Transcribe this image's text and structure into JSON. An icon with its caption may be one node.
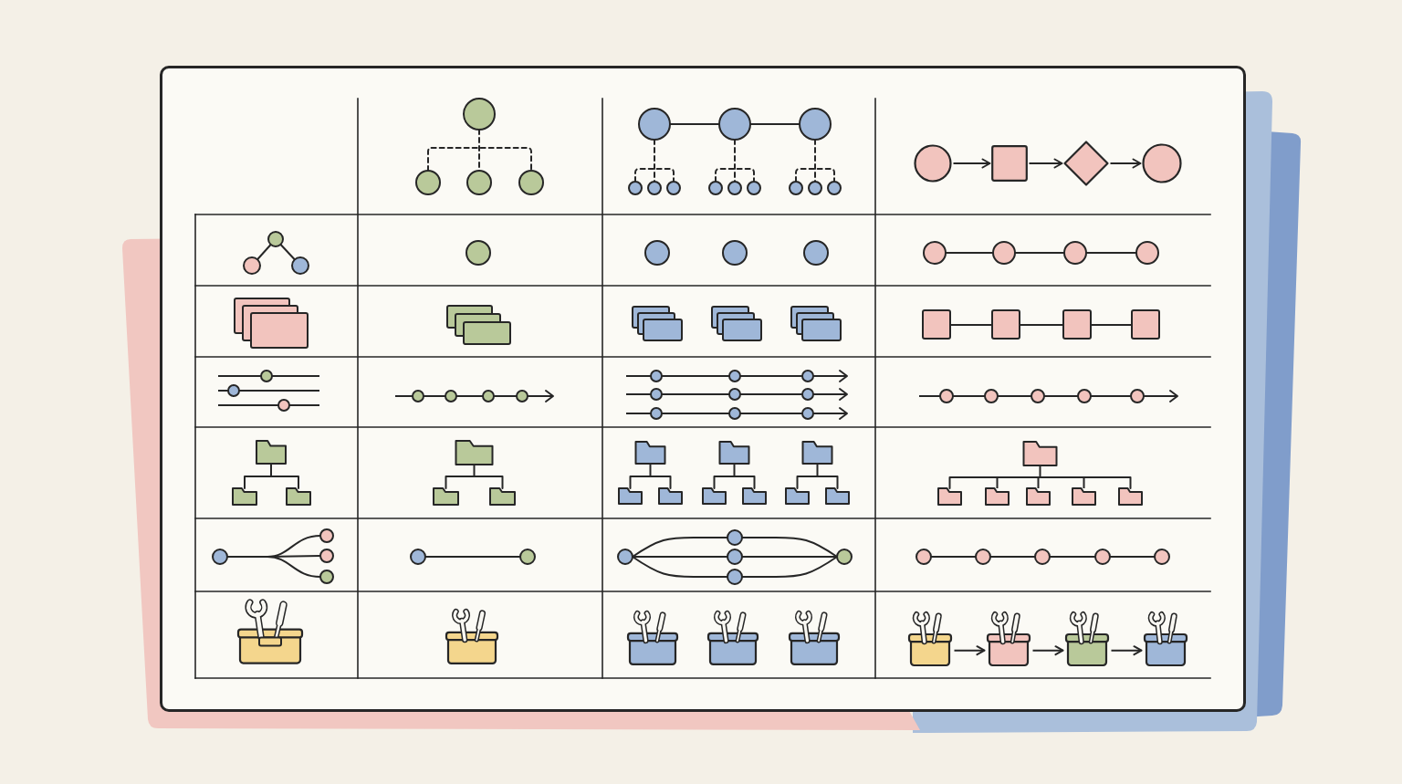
{
  "diagram": {
    "nodes": [
      {
        "text": [],
        "shape": "circle"
      },
      {
        "text": [],
        "shape": "box"
      },
      {
        "text": [],
        "shape": "diamond"
      },
      {
        "text": [],
        "shape": "circle"
      },
      {
        "text": [],
        "shape": "picture"
      },
      {
        "text": [],
        "shape": "picture"
      },
      {
        "text": [],
        "shape": "picture"
      },
      {
        "text": [],
        "shape": "picture"
      }
    ],
    "edges": [
      {
        "from": 0,
        "to": 1,
        "arrow": "to"
      },
      {
        "from": 1,
        "to": 2,
        "arrow": "to"
      },
      {
        "from": 2,
        "to": 3,
        "arrow": "to"
      },
      {
        "from": 4,
        "to": 5,
        "arrow": "to"
      },
      {
        "from": 5,
        "to": 6,
        "arrow": "to"
      },
      {
        "from": 6,
        "to": 7,
        "arrow": "to"
      }
    ]
  }
}
